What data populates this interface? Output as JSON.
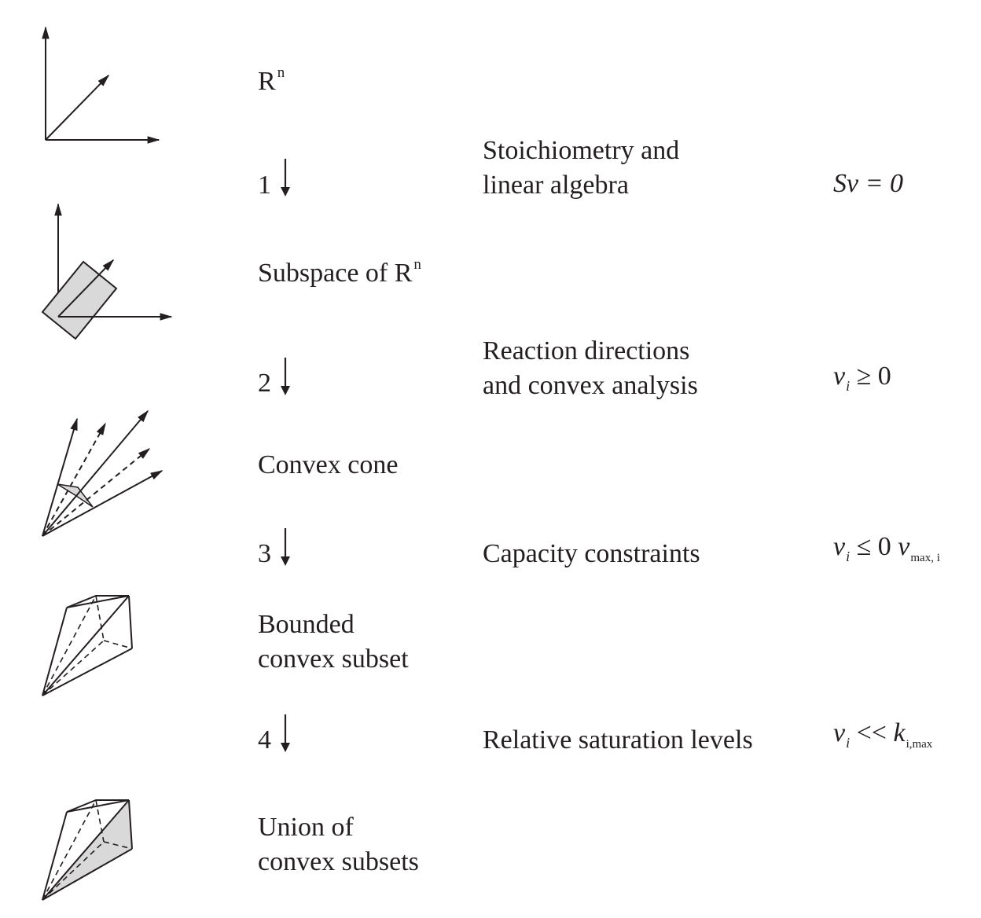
{
  "spaces": [
    {
      "main": "R",
      "sup": "n"
    },
    {
      "main": "Subspace of R",
      "sup": "n"
    },
    {
      "main": "Convex cone"
    },
    {
      "line1": "Bounded",
      "line2": "convex subset"
    },
    {
      "line1": "Union of",
      "line2": "convex subsets"
    }
  ],
  "steps": [
    {
      "num": "1",
      "line1": "Stoichiometry and",
      "line2": "linear algebra",
      "eq": {
        "main": "Sv = 0"
      }
    },
    {
      "num": "2",
      "line1": "Reaction directions",
      "line2": "and convex analysis",
      "eq": {
        "v": "v",
        "sub": "i",
        "rest": " ≥ 0"
      }
    },
    {
      "num": "3",
      "line1": "Capacity constraints",
      "eq": {
        "v": "v",
        "sub": "i",
        "rest": " ≤ 0 ",
        "v2": "v",
        "sub2": "max, i"
      }
    },
    {
      "num": "4",
      "line1": "Relative saturation levels",
      "eq": {
        "v": "v",
        "sub": "i",
        "rest": " << ",
        "k": "k",
        "sub2": "i,max"
      }
    }
  ],
  "colors": {
    "line": "#231f20",
    "fill": "#d9d9d9"
  },
  "icons": [
    "axes-3d-icon",
    "subspace-plane-icon",
    "convex-cone-icon",
    "bounded-polytope-icon",
    "union-polytope-icon"
  ]
}
